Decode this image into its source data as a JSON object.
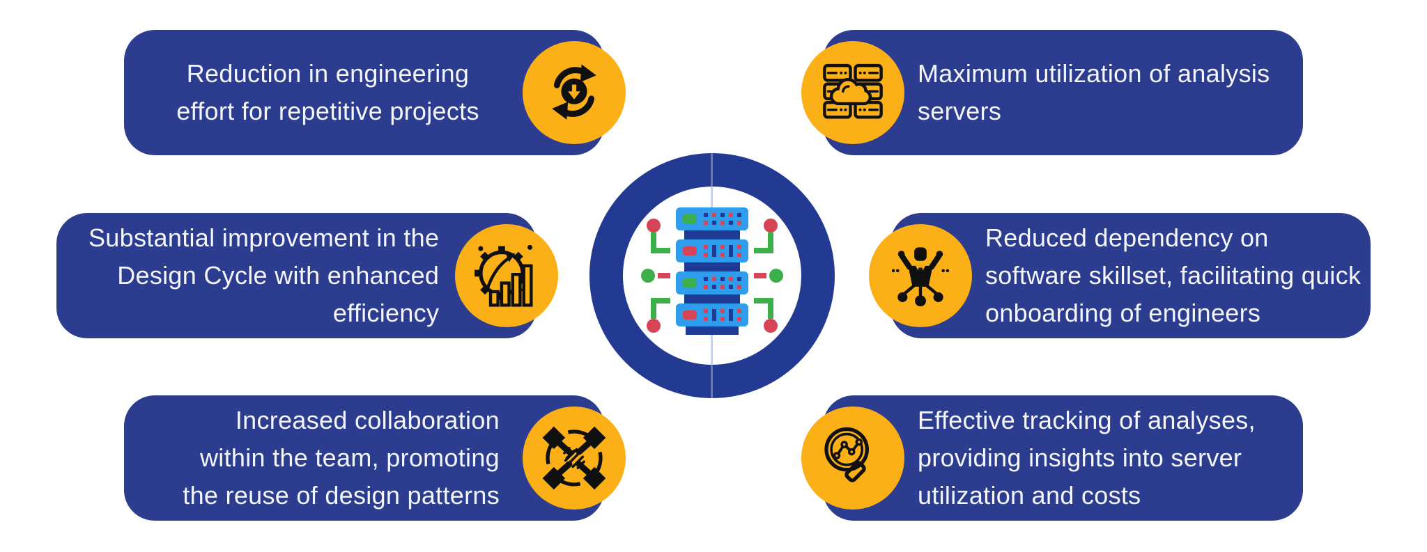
{
  "colors": {
    "card_blue": "#2C3C8F",
    "ring_blue": "#233A92",
    "icon_circle_yellow": "#FBB017",
    "icon_black": "#101010",
    "text_white": "#F4F6FB",
    "server_light_blue": "#2F9CEC",
    "server_navy": "#1E3A94",
    "accent_green": "#3CAF4A",
    "accent_red": "#D64456"
  },
  "center": {
    "icon": "server-stack-icon"
  },
  "cards": [
    {
      "id": "engineering-effort",
      "side": "left",
      "icon": "sync-download-icon",
      "text": "Reduction in engineering effort for repetitive projects",
      "lines": [
        "Reduction in engineering",
        "effort for repetitive projects"
      ]
    },
    {
      "id": "design-cycle",
      "side": "left",
      "icon": "gear-growth-icon",
      "text": "Substantial improvement in the Design Cycle with enhanced efficiency",
      "lines": [
        "Substantial improvement in the",
        "Design Cycle with enhanced",
        "efficiency"
      ]
    },
    {
      "id": "collaboration",
      "side": "left",
      "icon": "teamwork-hands-icon",
      "text": "Increased collaboration within the team, promoting the reuse of design patterns",
      "lines": [
        "Increased collaboration",
        "within the team, promoting",
        "the reuse of design patterns"
      ]
    },
    {
      "id": "server-utilization",
      "side": "right",
      "icon": "server-cloud-icon",
      "text": "Maximum utilization of analysis servers",
      "lines": [
        "Maximum utilization of analysis",
        "servers"
      ]
    },
    {
      "id": "skillset-dependency",
      "side": "right",
      "icon": "delegation-person-icon",
      "text": "Reduced dependency on software skillset, facilitating quick onboarding of engineers",
      "lines": [
        "Reduced dependency on",
        "software skillset, facilitating quick",
        "onboarding of engineers"
      ]
    },
    {
      "id": "analysis-tracking",
      "side": "right",
      "icon": "magnifier-chart-icon",
      "text": "Effective tracking of analyses, providing insights into server utilization and costs",
      "lines": [
        "Effective tracking of analyses,",
        "providing insights into server",
        "utilization and costs"
      ]
    }
  ]
}
